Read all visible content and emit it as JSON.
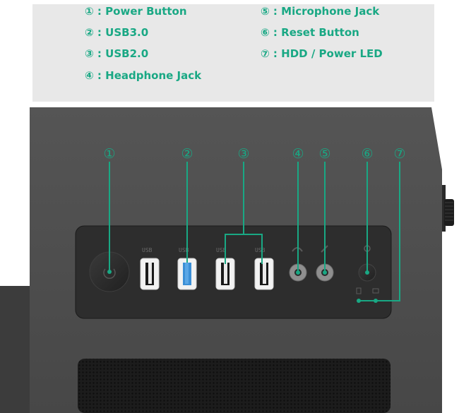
{
  "legend": {
    "items": [
      {
        "num": "①",
        "label": "Power Button"
      },
      {
        "num": "②",
        "label": "USB3.0"
      },
      {
        "num": "③",
        "label": "USB2.0"
      },
      {
        "num": "④",
        "label": "Headphone Jack"
      },
      {
        "num": "⑤",
        "label": "Microphone Jack"
      },
      {
        "num": "⑥",
        "label": "Reset Button"
      },
      {
        "num": "⑦",
        "label": "HDD / Power LED"
      }
    ]
  },
  "callouts": [
    "①",
    "②",
    "③",
    "④",
    "⑤",
    "⑥",
    "⑦"
  ],
  "port_labels": [
    "USB",
    "USB",
    "USB",
    "USB"
  ],
  "colors": {
    "accent": "#19a884",
    "usb3_blue": "#3b8fd6",
    "case": "#4a4a4a",
    "panel": "#2e2e2e"
  },
  "icons": {
    "power": "power-icon",
    "headphone": "headphone-icon",
    "microphone": "microphone-icon",
    "reset": "reset-icon",
    "hdd": "hdd-led-icon",
    "power_led": "power-led-icon"
  }
}
